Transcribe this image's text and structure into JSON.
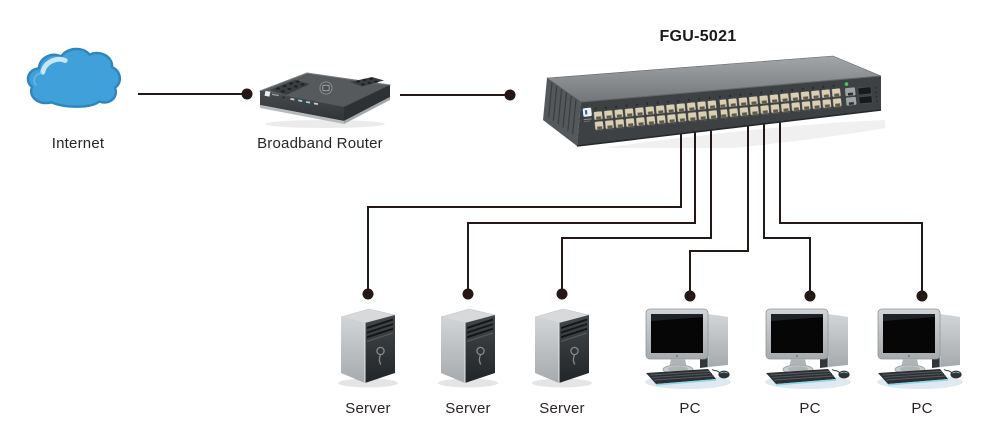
{
  "diagram": {
    "kind": "network-topology",
    "title": "FGU-5021"
  },
  "nodes": [
    {
      "id": "internet",
      "type": "cloud",
      "icon": "cloud-icon",
      "label": "Internet"
    },
    {
      "id": "router",
      "type": "broadband-router",
      "icon": "broadband-router-icon",
      "label": "Broadband Router"
    },
    {
      "id": "switch",
      "type": "48-port-switch",
      "icon": "switch-icon",
      "label": "FGU-5021"
    },
    {
      "id": "server-1",
      "type": "server-tower",
      "icon": "server-icon",
      "label": "Server"
    },
    {
      "id": "server-2",
      "type": "server-tower",
      "icon": "server-icon",
      "label": "Server"
    },
    {
      "id": "server-3",
      "type": "server-tower",
      "icon": "server-icon",
      "label": "Server"
    },
    {
      "id": "pc-1",
      "type": "desktop-pc",
      "icon": "pc-icon",
      "label": "PC"
    },
    {
      "id": "pc-2",
      "type": "desktop-pc",
      "icon": "pc-icon",
      "label": "PC"
    },
    {
      "id": "pc-3",
      "type": "desktop-pc",
      "icon": "pc-icon",
      "label": "PC"
    }
  ],
  "edges": [
    {
      "from": "internet",
      "to": "router"
    },
    {
      "from": "router",
      "to": "switch"
    },
    {
      "from": "switch",
      "to": "server-1"
    },
    {
      "from": "switch",
      "to": "server-2"
    },
    {
      "from": "switch",
      "to": "server-3"
    },
    {
      "from": "switch",
      "to": "pc-1"
    },
    {
      "from": "switch",
      "to": "pc-2"
    },
    {
      "from": "switch",
      "to": "pc-3"
    }
  ],
  "colors": {
    "background": "#ffffff",
    "line": "#231815",
    "cloud_fill": "#3fa0da",
    "cloud_stroke": "#2e86bf",
    "label_text": "#2a2423",
    "switch_port": "#d9d0b4",
    "led_green": "#4ec957"
  }
}
